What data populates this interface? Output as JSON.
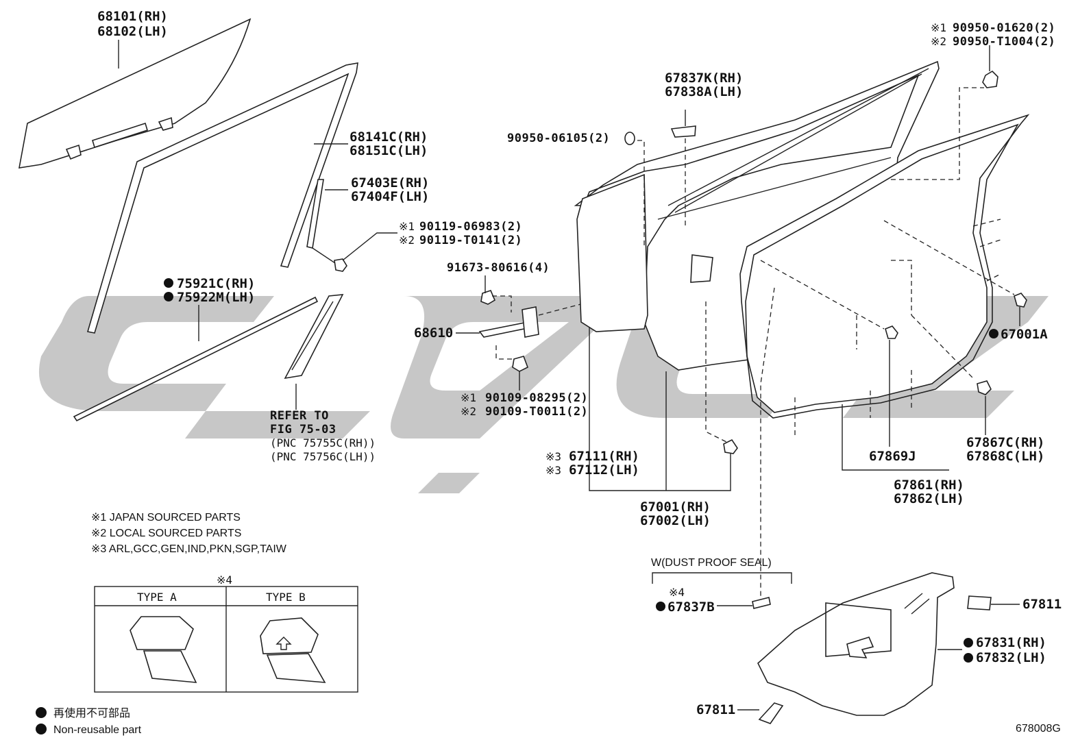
{
  "diagram": {
    "figure_code": "678008G",
    "colors": {
      "watermark": "#c7c7c7",
      "line": "#222222",
      "background": "#ffffff"
    },
    "callouts": {
      "glass_rh": "68101(RH)",
      "glass_lh": "68102(LH)",
      "run_rh": "68141C(RH)",
      "run_lh": "68151C(LH)",
      "sash_rh": "67403E(RH)",
      "sash_lh": "67404F(LH)",
      "bolt_sash_1": "90119-06983(2)",
      "bolt_sash_2": "90119-T0141(2)",
      "belt_rh": "75921C(RH)",
      "belt_lh": "75922M(LH)",
      "refer_1": "REFER TO",
      "refer_2": "FIG 75-03",
      "refer_3": "(PNC 75755C(RH))",
      "refer_4": "(PNC 75756C(LH))",
      "bolt_check": "91673-80616(4)",
      "check_assy": "68610",
      "bolt_check_b1": "90109-08295(2)",
      "bolt_check_b2": "90109-T0011(2)",
      "plug": "90950-06105(2)",
      "cover_rh": "67837K(RH)",
      "cover_lh": "67838A(LH)",
      "hole_plug_1": "90950-01620(2)",
      "hole_plug_2": "90950-T1004(2)",
      "clip_main": "67001A",
      "panel_rh": "67111(RH)",
      "panel_lh": "67112(LH)",
      "door_rh": "67001(RH)",
      "door_lh": "67002(LH)",
      "clip_j": "67869J",
      "clip_c_rh": "67867C(RH)",
      "clip_c_lh": "67868C(LH)",
      "wstrip_rh": "67861(RH)",
      "wstrip_lh": "67862(LH)",
      "dust_seal": "W(DUST PROOF SEAL)",
      "seal_b": "67837B",
      "tape_top": "67811",
      "service_rh": "67831(RH)",
      "service_lh": "67832(LH)",
      "tape_bottom": "67811"
    },
    "marks": {
      "m1": "※1",
      "m2": "※2",
      "m3": "※3",
      "m4": "※4"
    },
    "legend": {
      "note1": "※1 JAPAN SOURCED PARTS",
      "note2": "※2 LOCAL SOURCED PARTS",
      "note3": "※3 ARL,GCC,GEN,IND,PKN,SGP,TAIW",
      "type_a": "TYPE  A",
      "type_b": "TYPE  B",
      "jp_non_reuse": "再使用不可部品",
      "en_non_reuse": "Non-reusable part"
    }
  }
}
